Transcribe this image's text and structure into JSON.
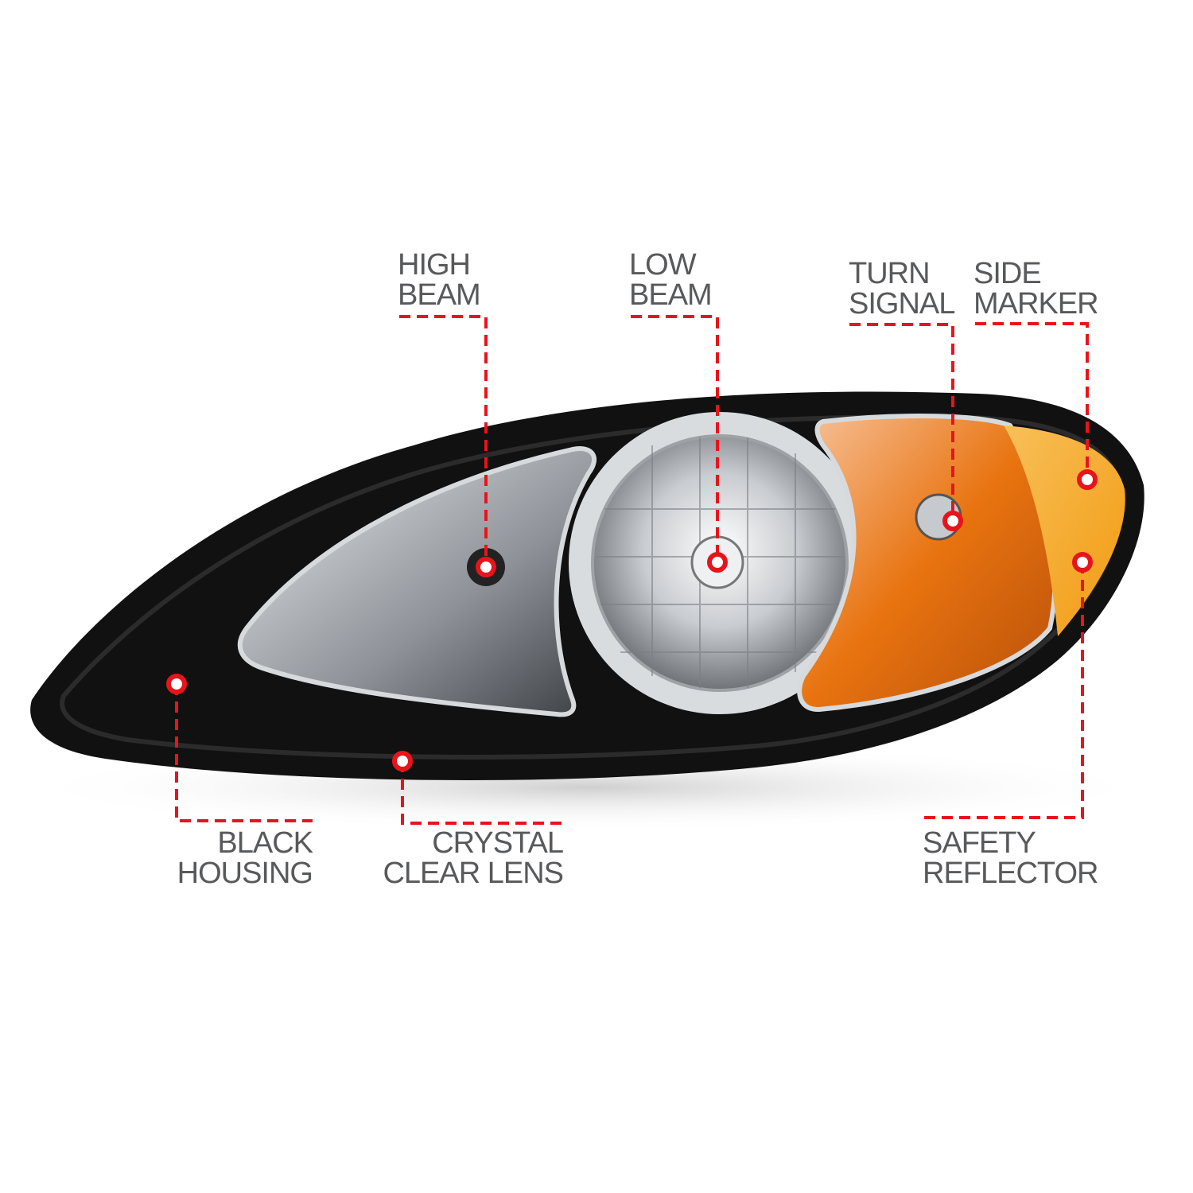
{
  "colors": {
    "callout_line": "#e8141b",
    "label_text": "#58595b",
    "housing": "#111111",
    "turn_signal": "#e8730f",
    "side_marker": "#f5a21b"
  },
  "callouts": [
    {
      "id": "high-beam",
      "lines": [
        "HIGH",
        "BEAM"
      ]
    },
    {
      "id": "low-beam",
      "lines": [
        "LOW",
        "BEAM"
      ]
    },
    {
      "id": "turn-signal",
      "lines": [
        "TURN",
        "SIGNAL"
      ]
    },
    {
      "id": "side-marker",
      "lines": [
        "SIDE",
        "MARKER"
      ]
    },
    {
      "id": "black-housing",
      "lines": [
        "BLACK",
        "HOUSING"
      ]
    },
    {
      "id": "crystal-clear-lens",
      "lines": [
        "CRYSTAL",
        "CLEAR LENS"
      ]
    },
    {
      "id": "safety-reflector",
      "lines": [
        "SAFETY",
        "REFLECTOR"
      ]
    }
  ]
}
